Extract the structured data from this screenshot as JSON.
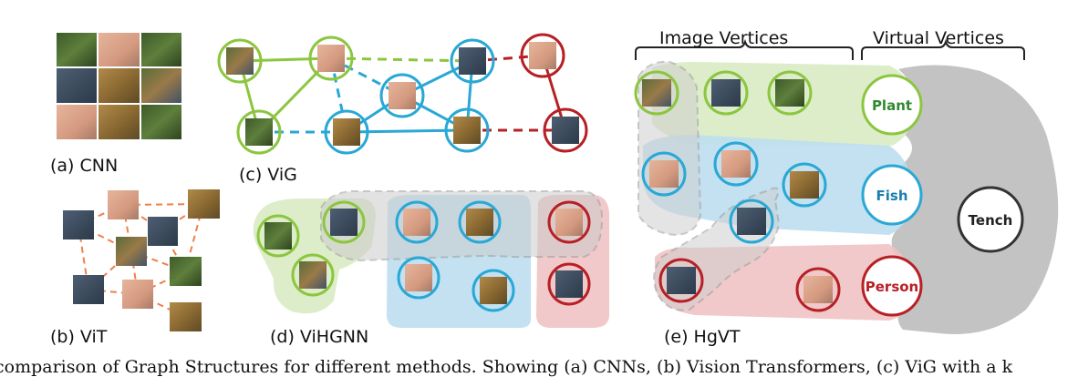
{
  "panels": {
    "cnn": "(a) CNN",
    "vit": "(b) ViT",
    "vig": "(c) ViG",
    "vihgnn": "(d) ViHGNN",
    "hgvt": "(e) HgVT"
  },
  "hgvt": {
    "image_vertices": "Image Vertices",
    "virtual_vertices": "Virtual Vertices",
    "virtual_nodes": [
      "Plant",
      "Fish",
      "Person"
    ],
    "root_node": "Tench"
  },
  "caption": "comparison of Graph Structures for different methods. Showing (a) CNNs, (b) Vision Transformers, (c) ViG with a k",
  "colors": {
    "plant": "#8cc63f",
    "fish": "#29a8d6",
    "person": "#b72025",
    "vit_edges": "#f07f4a",
    "tench": "#333333"
  }
}
